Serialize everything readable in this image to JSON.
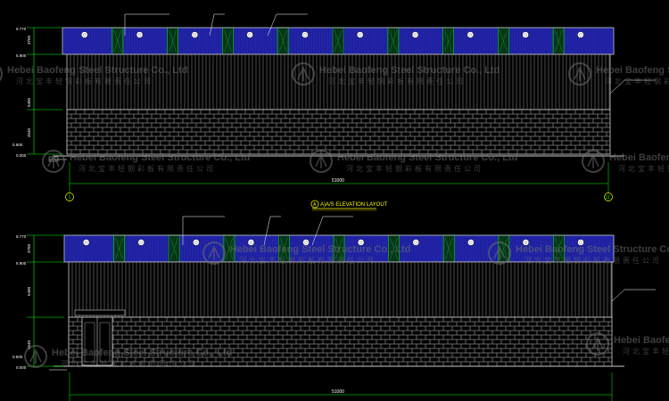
{
  "watermark": {
    "en": "Hebei Baofeng Steel Structure Co., Ltd",
    "cn": "河北宝丰轻钢彩板有限责任公司"
  },
  "drawing": {
    "section_title": "A)A/S ELEVATION LAYOUT",
    "top_elevation": {
      "level_labels": [
        "9.770",
        "5.900",
        "0.500",
        "0.000"
      ],
      "dim_labels": [
        "3750",
        "5400",
        "4540"
      ],
      "overall_width_label": "51000",
      "grid_left": "1",
      "grid_right": "11",
      "callouts": [],
      "right_note": ""
    },
    "bottom_elevation": {
      "level_labels": [
        "9.770",
        "5.900",
        "0.500",
        "0.000"
      ],
      "dim_labels": [
        "3750",
        "5400",
        "4540"
      ],
      "overall_width_label": "51000",
      "callouts": [],
      "right_note": ""
    }
  },
  "colors": {
    "background": "#000000",
    "wall_line": "#c8c8c8",
    "brick_line": "#d0d0d0",
    "blue_panel": "#1c1e9c",
    "green_frame": "#00c000",
    "dimension": "#00ff00",
    "yellow": "#ffff00",
    "watermark": "#6f6f6f"
  }
}
